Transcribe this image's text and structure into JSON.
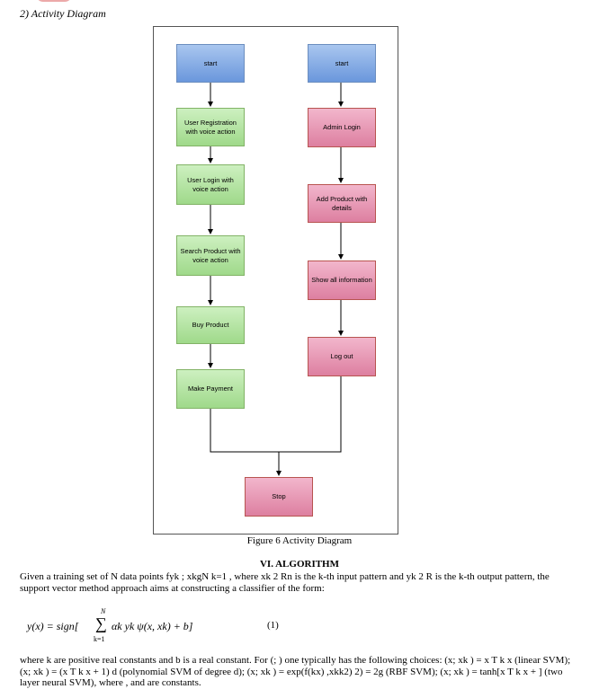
{
  "section": {
    "heading": "2)  Activity Diagram"
  },
  "diagram": {
    "left_column": [
      {
        "id": "start-left",
        "label": "start",
        "color": "blue"
      },
      {
        "id": "user-registration",
        "label": "User Registration with voice action",
        "color": "green"
      },
      {
        "id": "user-login",
        "label": "User Login with voice action",
        "color": "green"
      },
      {
        "id": "search-product",
        "label": "Search Product with voice action",
        "color": "green"
      },
      {
        "id": "buy-product",
        "label": "Buy Product",
        "color": "green"
      },
      {
        "id": "make-payment",
        "label": "Make Payment",
        "color": "green"
      }
    ],
    "right_column": [
      {
        "id": "start-right",
        "label": "start",
        "color": "blue"
      },
      {
        "id": "admin-login",
        "label": "Admin Login",
        "color": "pink"
      },
      {
        "id": "add-product",
        "label": "Add Product with details",
        "color": "pink"
      },
      {
        "id": "show-info",
        "label": "Show all information",
        "color": "pink"
      },
      {
        "id": "log-out",
        "label": "Log out",
        "color": "pink"
      }
    ],
    "end_node": {
      "id": "stop",
      "label": "Stop",
      "color": "pink"
    },
    "colors": {
      "blue": "#7ea6e0",
      "green": "#b5e5a4",
      "pink": "#e797b4",
      "line": "#000000"
    }
  },
  "figure": {
    "caption": "Figure 6 Activity Diagram"
  },
  "algorithm": {
    "heading": "VI.   ALGORITHM",
    "intro": "Given a training set of N data points fyk ; xkgN k=1 , where xk 2 Rn is the k-th input pattern and yk 2 R is the k-th output pattern, the support vector method approach aims at constructing a classifier of the form:",
    "formula": {
      "lhs": "y(x) = sign[",
      "sum_top": "N",
      "sum_symbol": "∑",
      "sum_bottom": "k=1",
      "body": "αk yk ψ(x, xk) + b]",
      "number": "(1)"
    },
    "explanation": "where k are positive real constants and b is a real constant. For (; ) one typically has the following choices: (x; xk ) = x T k x (linear SVM); (x; xk ) = (x T k x + 1) d (polynomial SVM of degree d); (x; xk ) = exp(f(kx) ,xkk2) 2) = 2g (RBF SVM); (x; xk ) = tanh[x T k x + ] (two layer neural SVM), where , and are constants."
  }
}
